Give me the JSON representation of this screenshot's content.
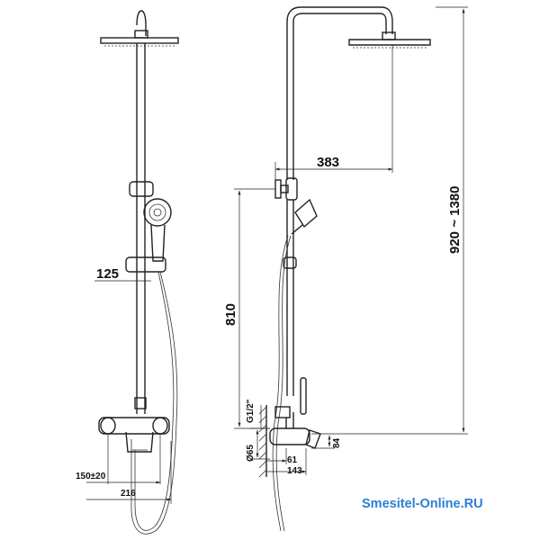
{
  "dimensions": {
    "d125": "125",
    "d150": "150±20",
    "d216": "216",
    "d383": "383",
    "d810": "810",
    "d920": "920 ~ 1380",
    "dg12": "G1/2\"",
    "d65": "Ø65",
    "d61": "61",
    "d143": "143",
    "d84": "84"
  },
  "watermark": "Smesitel-Online.RU",
  "colors": {
    "line": "#222222",
    "watermark": "#2b7fd6"
  }
}
